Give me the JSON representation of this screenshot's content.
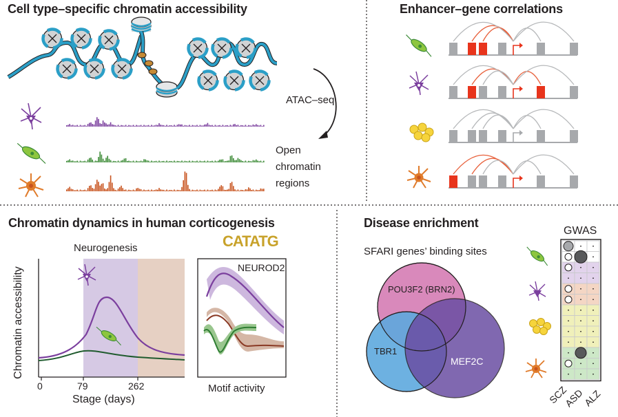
{
  "panels": {
    "accessibility": {
      "title": "Cell type–specific chromatin accessibility",
      "method_label": "ATAC–seq",
      "result_label_lines": [
        "Open",
        "chromatin",
        "regions"
      ]
    },
    "enhancer": {
      "title": "Enhancer–gene correlations"
    },
    "dynamics": {
      "title": "Chromatin dynamics in human corticogenesis",
      "neurogenesis_label": "Neurogenesis",
      "y_axis_label": "Chromatin accessibility",
      "x_axis_label": "Stage (days)",
      "x_ticks": [
        "0",
        "79",
        "262"
      ],
      "motif_name": "NEUROD2",
      "motif_logo": "CATATG",
      "motif_axis_label": "Motif activity"
    },
    "disease": {
      "title": "Disease enrichment",
      "subtitle": "SFARI genes’ binding sites",
      "venn_sets": [
        "POU3F2 (BRN2)",
        "TBR1",
        "MEF2C"
      ],
      "gwas_title": "GWAS",
      "gwas_columns": [
        "SCZ",
        "ASD",
        "ALZ"
      ]
    }
  },
  "colors": {
    "purple": "#7b3f9e",
    "green": "#3d8b37",
    "orange": "#c8531e",
    "red": "#e8341c",
    "gray": "#a7a9ac",
    "nucleosome_blue": "#2b9fc7",
    "neurogenesis_bg": "#d6c9e4",
    "late_bg": "#e6d0c3"
  }
}
